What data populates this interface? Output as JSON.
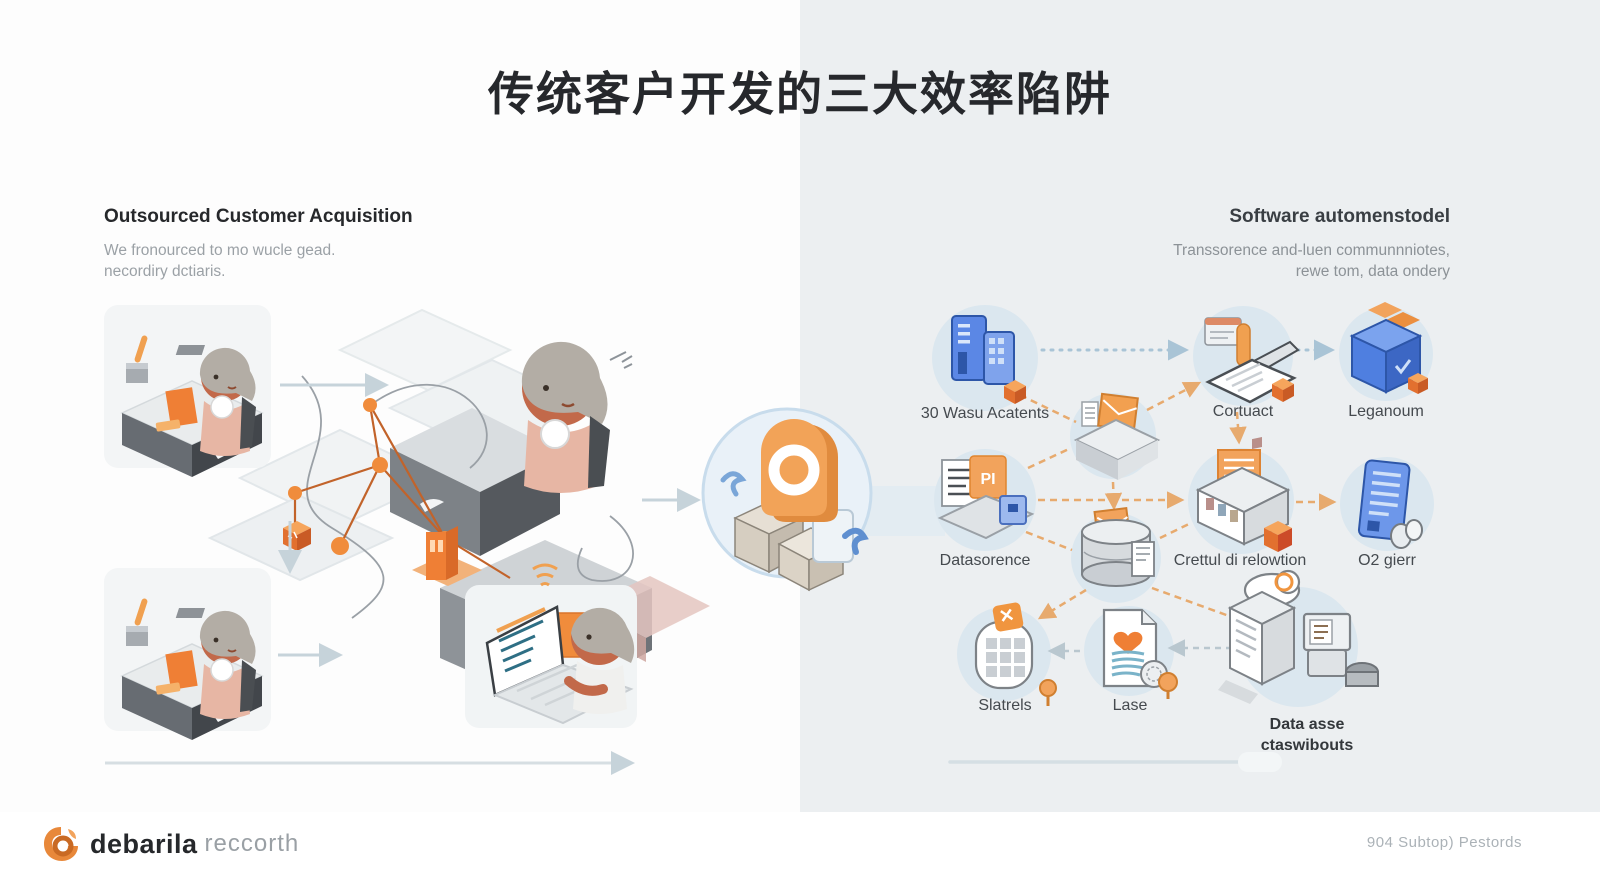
{
  "title": "传统客户开发的三大效率陷阱",
  "left_section": {
    "heading": "Outsourced Customer Acquisition",
    "subtitle_line1": "We fronourced to mo wucle gead.",
    "subtitle_line2": "necordiry dctiaris."
  },
  "right_section": {
    "heading": "Software automenstodel",
    "subtitle_line1": "Transsorence  and-luen communnniotes,",
    "subtitle_line2": "rewe tom, data ondery",
    "pi_badge": "PI",
    "nodes": {
      "servers": "30 Wasu Acatents",
      "contract": "Cortuact",
      "package": "Leganoum",
      "datasource": "Datasorence",
      "workflow": "Crettul di relowtion",
      "server_tower": "O2 gierr",
      "storage": "Slatrels",
      "ledger": "Lase",
      "data_asset_line1": "Data asse",
      "data_asset_line2": "ctaswibouts"
    }
  },
  "footer": {
    "brand_bold": "debarila",
    "brand_light": "reccorth",
    "note": "904 Subtop) Pestords"
  },
  "colors": {
    "accent_orange": "#ef9244",
    "icon_blue": "#5b87e5",
    "right_panel_bg": "#eceff1",
    "node_circle_bg": "#dbe7ef"
  }
}
